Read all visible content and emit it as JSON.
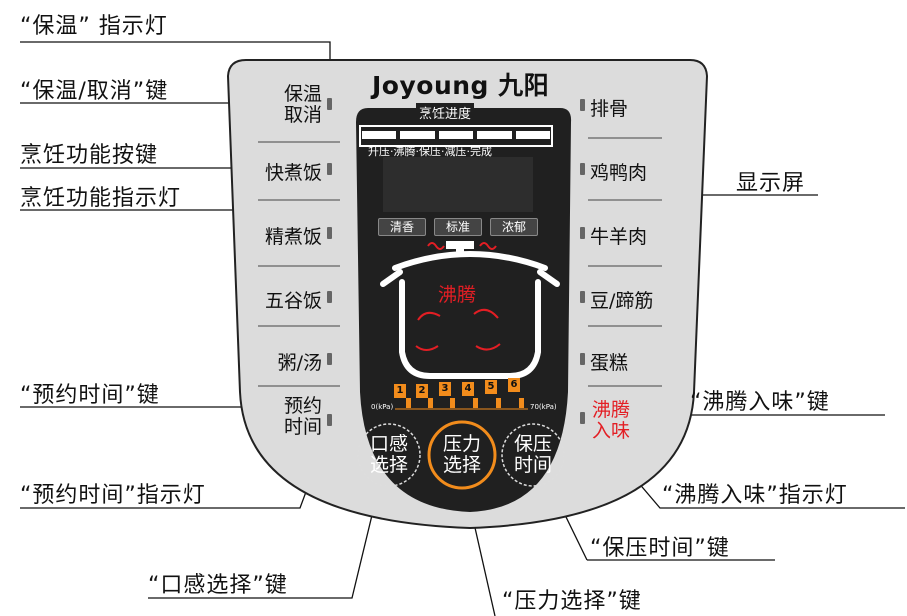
{
  "brand": {
    "latin": "Joyoung",
    "cn": "九阳"
  },
  "progress": {
    "title": "烹饪进度",
    "steps": "升压·沸腾·保压·减压·完成"
  },
  "modes": [
    "清香",
    "标准",
    "浓郁"
  ],
  "pot_label": "沸腾",
  "pressure": {
    "levels": [
      "1",
      "2",
      "3",
      "4",
      "5",
      "6"
    ],
    "min": "0",
    "max": "70",
    "unit": "(kPa)"
  },
  "left_keys": [
    {
      "line1": "保温",
      "line2": "取消"
    },
    {
      "line1": "快煮饭"
    },
    {
      "line1": "精煮饭"
    },
    {
      "line1": "五谷饭"
    },
    {
      "line1": "粥/汤"
    },
    {
      "line1": "预约",
      "line2": "时间"
    }
  ],
  "right_keys": [
    {
      "line1": "排骨"
    },
    {
      "line1": "鸡鸭肉"
    },
    {
      "line1": "牛羊肉"
    },
    {
      "line1": "豆/蹄筋"
    },
    {
      "line1": "蛋糕"
    },
    {
      "line1": "沸腾",
      "line2": "入味"
    }
  ],
  "round_buttons": [
    {
      "line1": "口感",
      "line2": "选择"
    },
    {
      "line1": "压力",
      "line2": "选择"
    },
    {
      "line1": "保压",
      "line2": "时间"
    }
  ],
  "callouts": {
    "keep_warm_light": "“保温”  指示灯",
    "keep_warm_cancel_key": "“保温/取消”键",
    "cook_function_key": "烹饪功能按键",
    "cook_function_light": "烹饪功能指示灯",
    "display": "显示屏",
    "timer_key": "“预约时间”键",
    "timer_light": "“预约时间”指示灯",
    "taste_key": "“口感选择”键",
    "pressure_key": "“压力选择”键",
    "hold_time_key": "“保压时间”键",
    "boil_key": "“沸腾入味”键",
    "boil_light": "“沸腾入味”指示灯"
  },
  "colors": {
    "panel": "#202020",
    "frame": "#dcdcdc",
    "accent_orange": "#f28c1c",
    "accent_red": "#e31e24"
  }
}
